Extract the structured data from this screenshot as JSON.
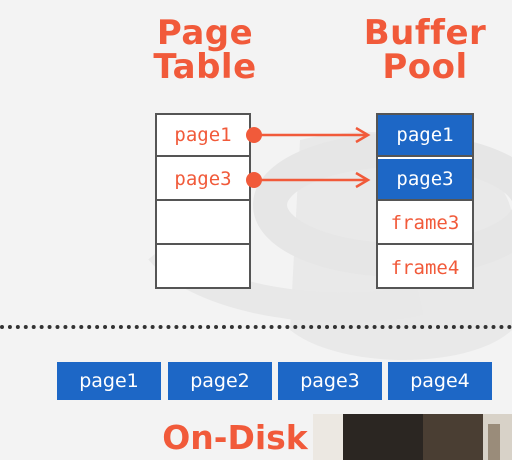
{
  "page_table": {
    "title_line1": "Page",
    "title_line2": "Table",
    "rows": [
      "page1",
      "page3",
      "",
      ""
    ]
  },
  "buffer_pool": {
    "title_line1": "Buffer",
    "title_line2": "Pool",
    "frames": [
      {
        "label": "page1",
        "filled": true
      },
      {
        "label": "page3",
        "filled": true
      },
      {
        "label": "frame3",
        "filled": false
      },
      {
        "label": "frame4",
        "filled": false
      }
    ]
  },
  "disk": {
    "title": "On-Disk",
    "pages": [
      "page1",
      "page2",
      "page3",
      "page4"
    ]
  },
  "colors": {
    "accent": "#f15a3a",
    "page_fill": "#1d67c6",
    "border": "#555555",
    "background": "#f3f3f3"
  }
}
